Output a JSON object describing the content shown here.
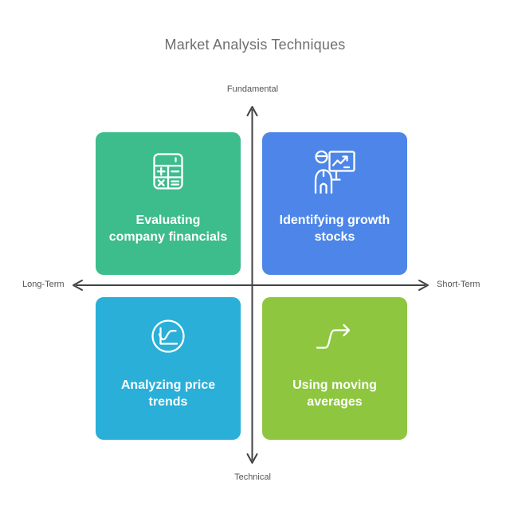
{
  "title": "Market Analysis Techniques",
  "title_color": "#6e6e6e",
  "background_color": "#ffffff",
  "axes": {
    "top_label": "Fundamental",
    "bottom_label": "Technical",
    "left_label": "Long-Term",
    "right_label": "Short-Term",
    "line_color": "#424242",
    "label_color": "#545454"
  },
  "card_text_color": "#ffffff",
  "quadrants": [
    {
      "position": "top-left",
      "label": "Evaluating company financials",
      "color": "#3DBC8C",
      "icon": "calculator-icon"
    },
    {
      "position": "top-right",
      "label": "Identifying growth stocks",
      "color": "#4D86E8",
      "icon": "presenter-growth-chart-icon"
    },
    {
      "position": "bottom-left",
      "label": "Analyzing price trends",
      "color": "#29AFD8",
      "icon": "price-trend-circle-icon"
    },
    {
      "position": "bottom-right",
      "label": "Using moving averages",
      "color": "#8EC63F",
      "icon": "moving-average-arrow-icon"
    }
  ]
}
